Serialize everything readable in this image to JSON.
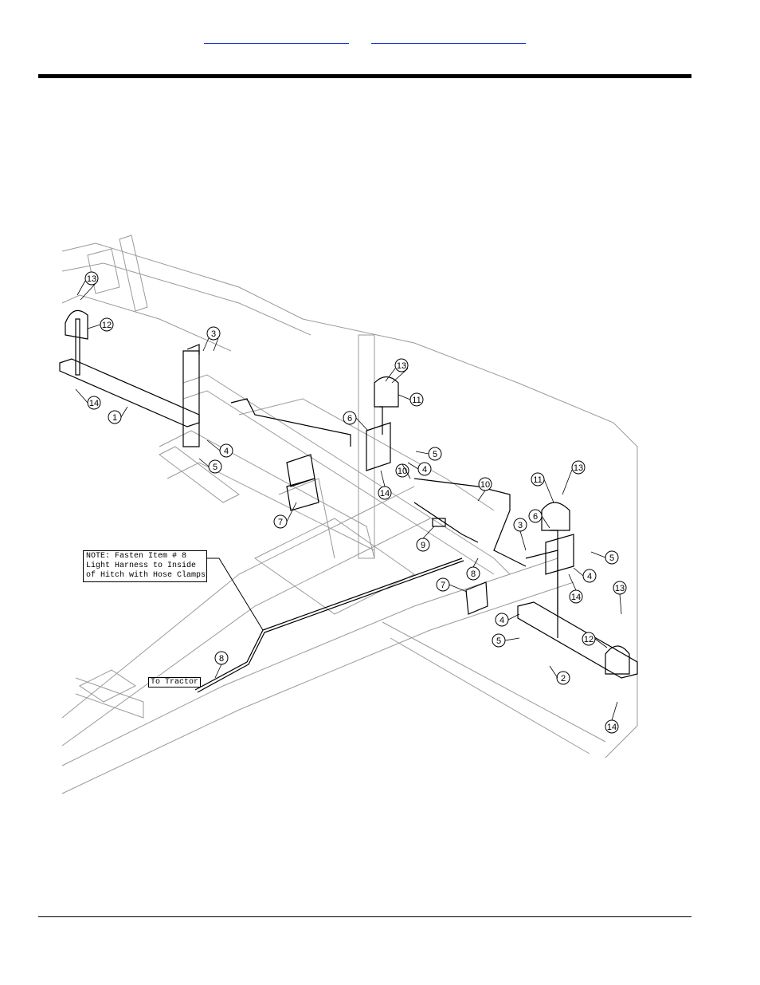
{
  "header": {
    "links": [
      {
        "label": ""
      },
      {
        "label": ""
      }
    ]
  },
  "diagram": {
    "note_lines": [
      "NOTE: Fasten Item # 8",
      "Light Harness to Inside",
      "of Hitch with Hose Clamps"
    ],
    "tractor_label": "To Tractor",
    "callouts": [
      "1",
      "2",
      "3",
      "3",
      "4",
      "4",
      "4",
      "4",
      "5",
      "5",
      "5",
      "5",
      "6",
      "6",
      "7",
      "7",
      "8",
      "8",
      "9",
      "10",
      "10",
      "11",
      "11",
      "12",
      "12",
      "13",
      "13",
      "13",
      "14",
      "14",
      "14",
      "14"
    ]
  }
}
